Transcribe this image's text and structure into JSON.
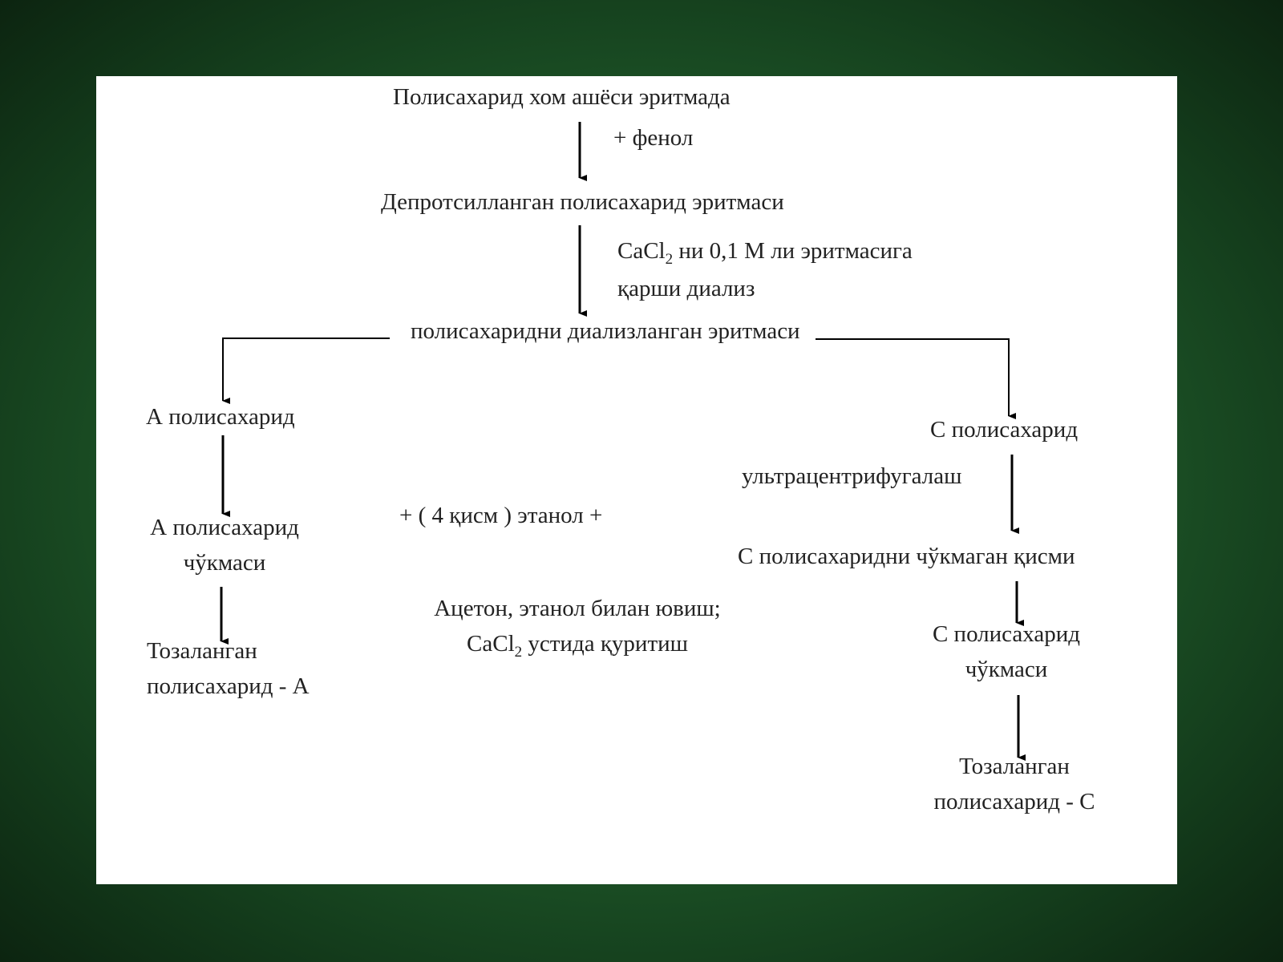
{
  "diagram": {
    "nodes": {
      "raw_solution": "Полисахарид хом ашёси эритмада",
      "deproteinized": "Депротсилланган полисахарид  эритмаси",
      "dialyzed": "полисахаридни диализланган эритмаси",
      "poly_a": "А полисахарид",
      "poly_a_precipitate_l1": "А полисахарид",
      "poly_a_precipitate_l2": "чўкмаси",
      "purified_a_l1": "Тозаланган",
      "purified_a_l2": "полисахарид  - А",
      "poly_c": "С полисахарид",
      "poly_c_unprecipitated": "С полисахаридни чўкмаган  қисми",
      "poly_c_precipitate_l1": "С полисахарид",
      "poly_c_precipitate_l2": "чўкмаси",
      "purified_c_l1": "Тозаланган",
      "purified_c_l2": "полисахарид  - С"
    },
    "steps": {
      "phenol": "+ фенол",
      "cacl2_prefix": "CaCl",
      "cacl2_sub": "2",
      "cacl2_suffix": " ни 0,1 М ли эритмасига",
      "counter_dialysis": "қарши диализ",
      "ultracentrifuge": "ультрацентрифугалаш",
      "ethanol": "+ ( 4 қисм ) этанол +",
      "wash": "Ацетон, этанол билан ювиш;",
      "dry_prefix": "CaCl",
      "dry_sub": "2",
      "dry_suffix": " устида қуритиш"
    }
  }
}
